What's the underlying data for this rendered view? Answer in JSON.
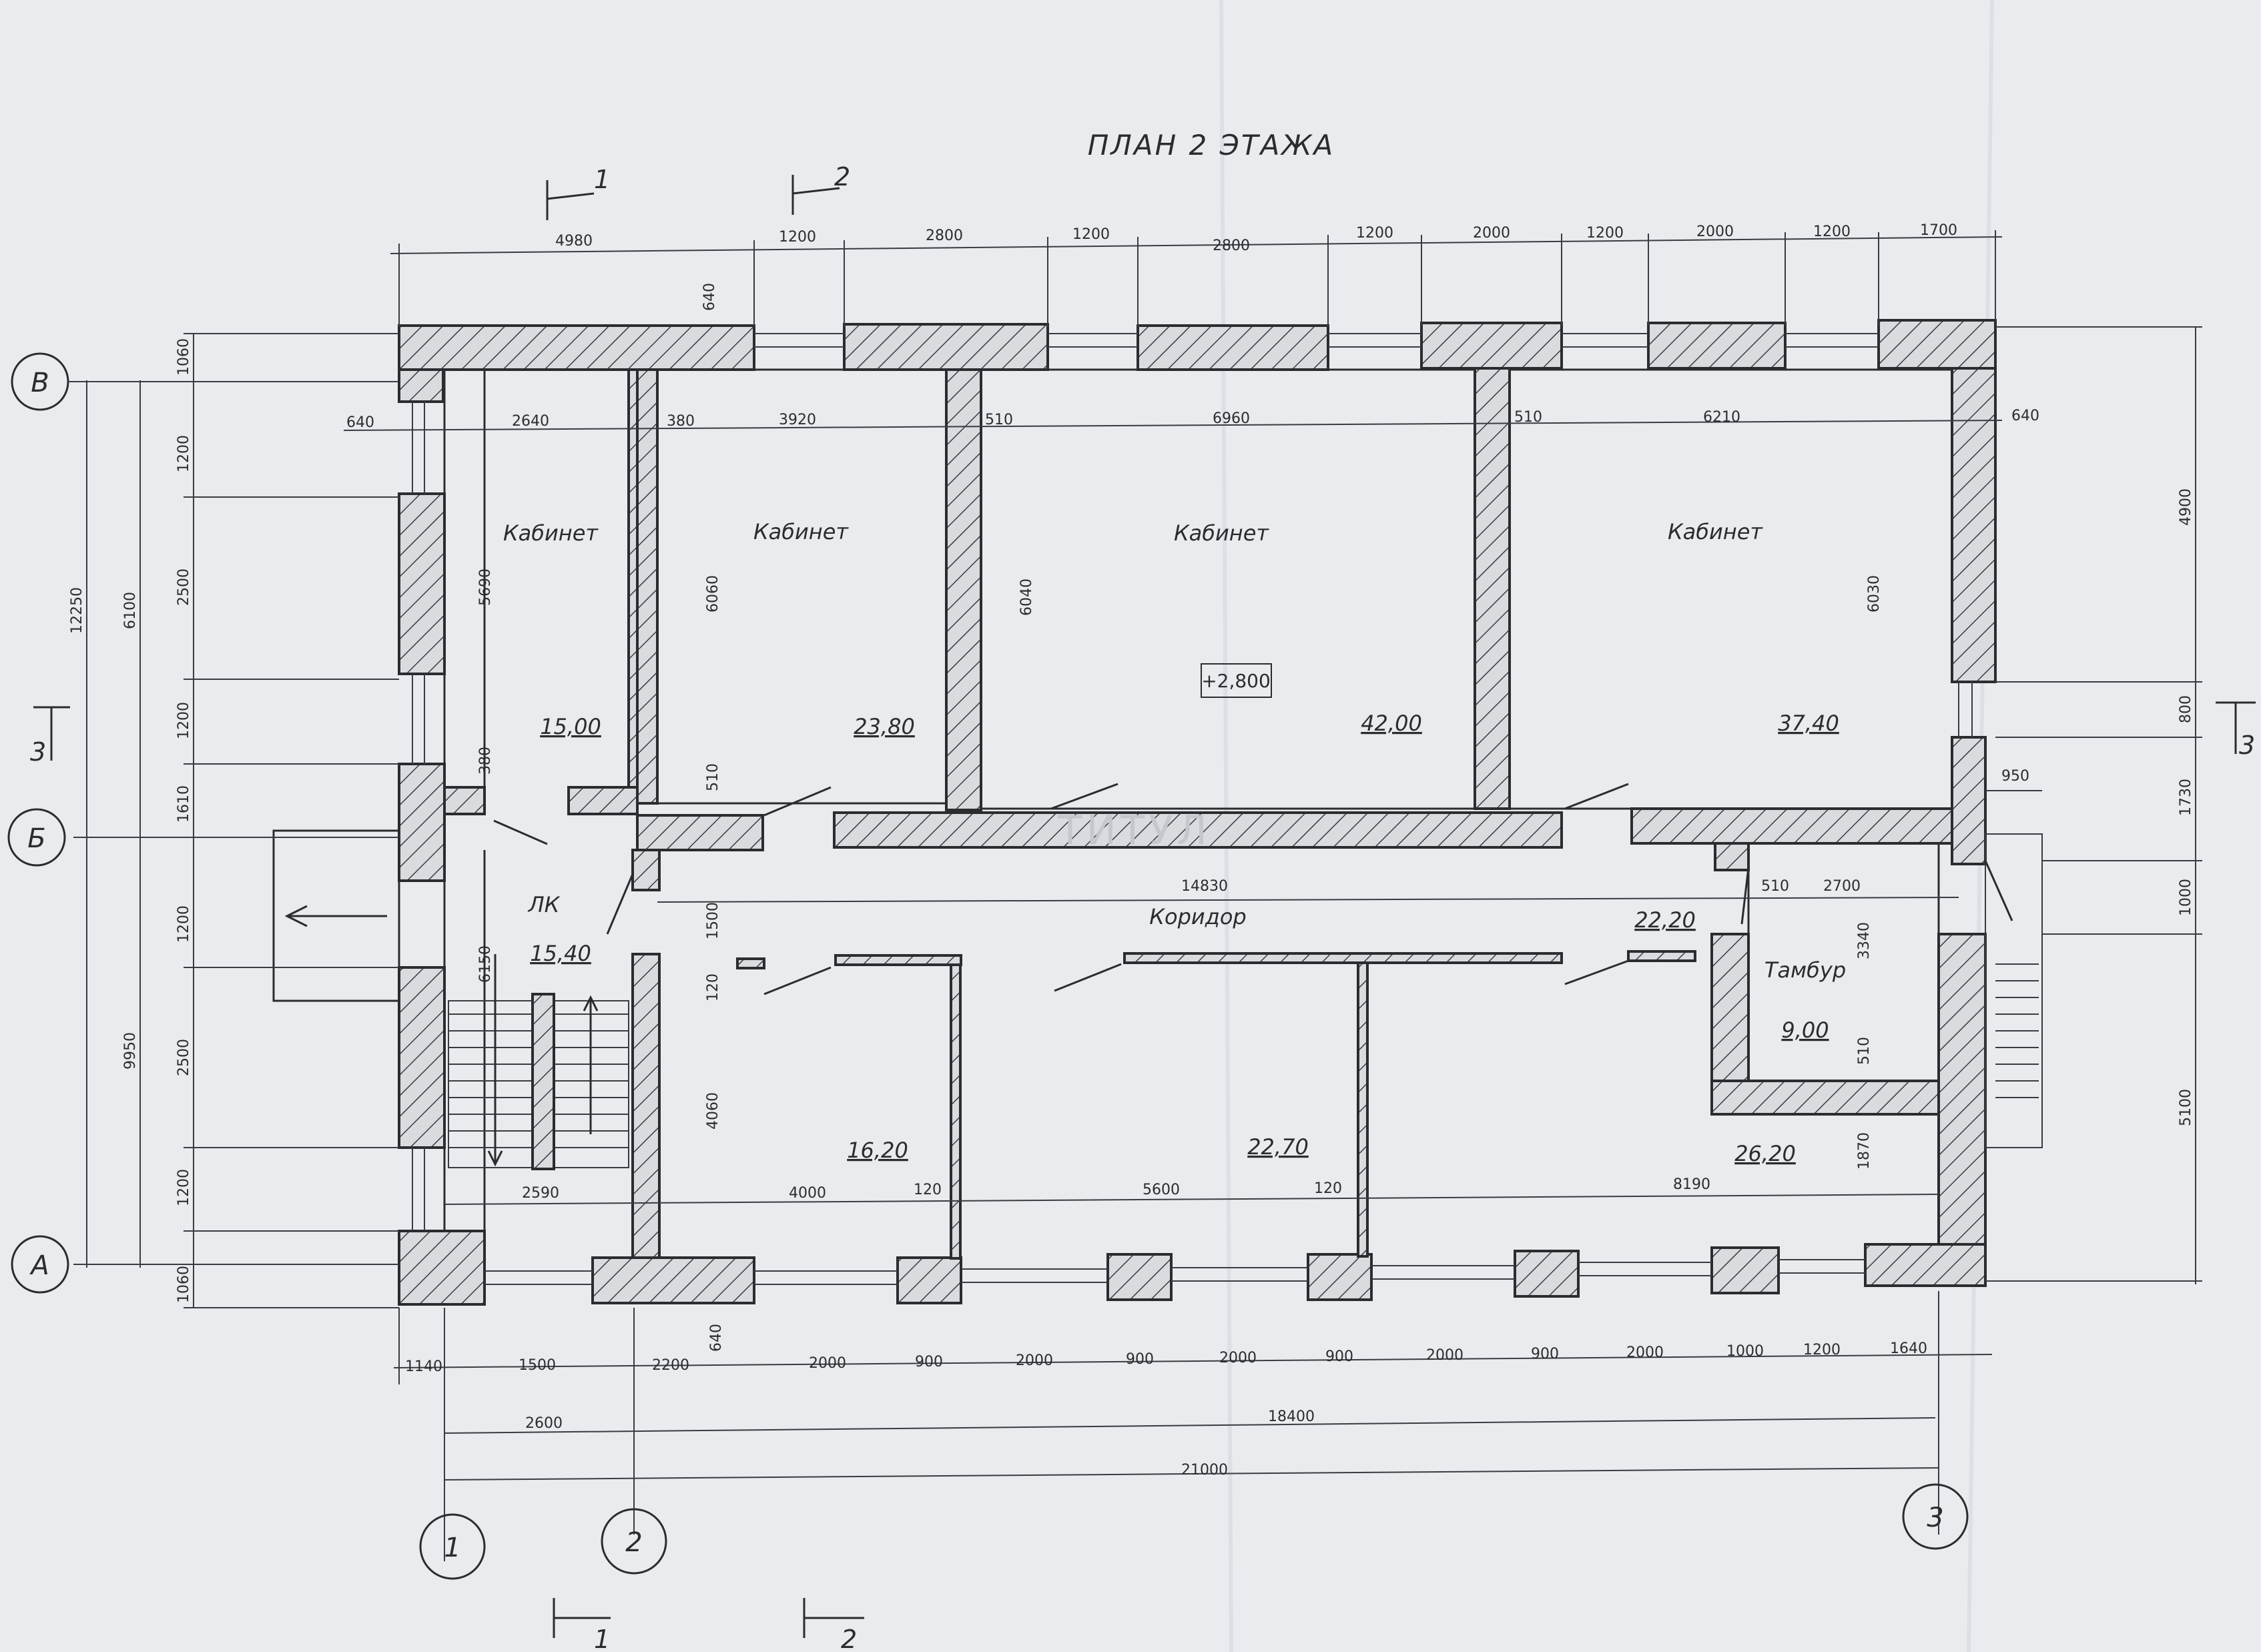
{
  "title": "ПЛАН 2 ЭТАЖА",
  "watermark": "ТИТУЛ",
  "rooms": [
    {
      "name": "Кабинет",
      "area": "15,00"
    },
    {
      "name": "Кабинет",
      "area": "23,80"
    },
    {
      "name": "Кабинет",
      "area": "42,00"
    },
    {
      "name": "Кабинет",
      "area": "37,40"
    },
    {
      "name": "ЛК",
      "area": "15,40"
    },
    {
      "name": "Коридор",
      "area": "22,20"
    },
    {
      "name": "Тамбур",
      "area": "9,00"
    },
    {
      "name": "",
      "area": "16,20"
    },
    {
      "name": "",
      "area": "22,70"
    },
    {
      "name": "",
      "area": "26,20"
    }
  ],
  "level_mark": "+2,800",
  "axes": {
    "rows": [
      "В",
      "Б",
      "А"
    ],
    "cols": [
      "1",
      "2",
      "3"
    ]
  },
  "sections": {
    "s1": "1",
    "s2": "2",
    "s3": "3"
  },
  "dims": {
    "top": [
      "4980",
      "1200",
      "2800",
      "1200",
      "2800",
      "1200",
      "2000",
      "1200",
      "2000",
      "1200",
      "1700",
      "640"
    ],
    "bottom": [
      "1140",
      "1500",
      "2200",
      "2000",
      "900",
      "2000",
      "900",
      "2000",
      "900",
      "2000",
      "900",
      "2000",
      "1000",
      "1200",
      "1640",
      "640"
    ],
    "bottom2": [
      "2600",
      "18400"
    ],
    "total": "21000",
    "inner_top": [
      "640",
      "2640",
      "380",
      "3920",
      "510",
      "6960",
      "510",
      "6210",
      "640"
    ],
    "corridor": "14830",
    "inner_bottom": [
      "2590",
      "4000",
      "120",
      "5600",
      "120",
      "8190"
    ],
    "tambur": [
      "950",
      "510",
      "2700",
      "3340",
      "510",
      "1870"
    ],
    "left_inner": [
      "5690",
      "380",
      "6150",
      "6060",
      "510",
      "1500",
      "120",
      "4060",
      "6040",
      "6030"
    ],
    "left_chain": [
      "1060",
      "1200",
      "2500",
      "1200",
      "1610",
      "1200",
      "2500",
      "1200",
      "1060"
    ],
    "left_outer": [
      "12250",
      "6100",
      "9950"
    ],
    "right": [
      "4900",
      "800",
      "1730",
      "1000",
      "5100"
    ]
  }
}
